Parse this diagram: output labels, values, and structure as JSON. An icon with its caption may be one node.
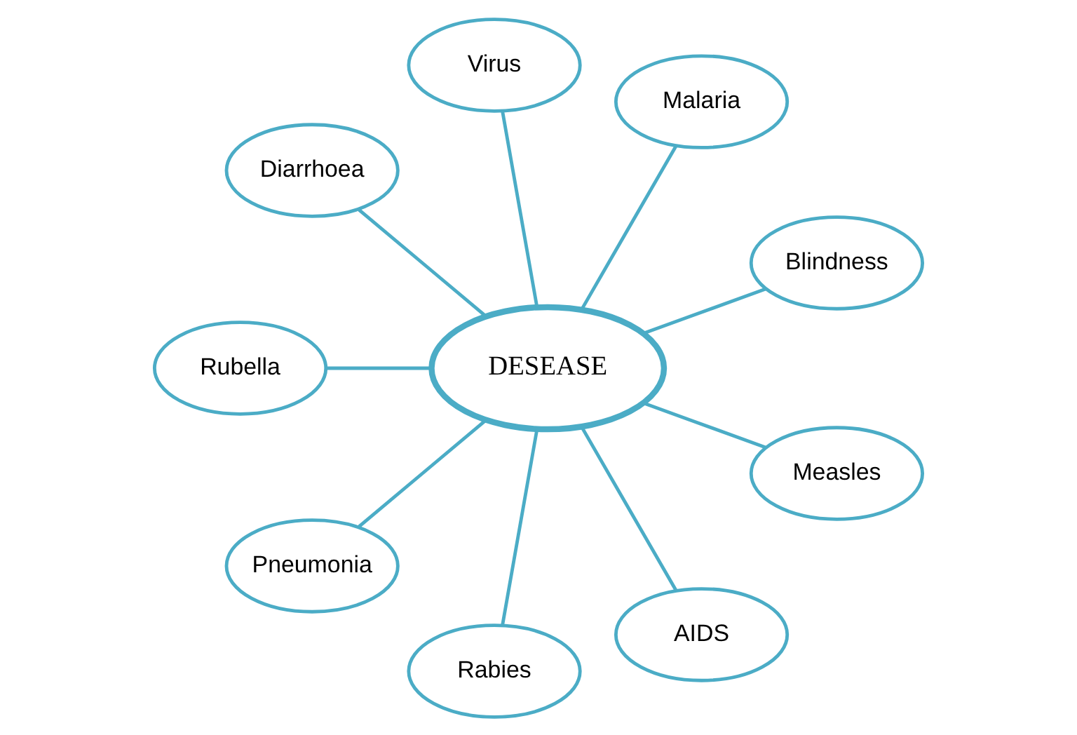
{
  "diagram": {
    "nodes": [
      {
        "text": [
          "DESEASE"
        ]
      },
      {
        "text": [
          "Blindness"
        ]
      },
      {
        "text": [
          "Malaria"
        ]
      },
      {
        "text": [
          "Virus"
        ]
      },
      {
        "text": [
          "Diarrhoea"
        ]
      },
      {
        "text": [
          "Rubella"
        ]
      },
      {
        "text": [
          "Pneumonia"
        ]
      },
      {
        "text": [
          "Rabies"
        ]
      },
      {
        "text": [
          "AIDS"
        ]
      },
      {
        "text": [
          "Measles"
        ]
      }
    ],
    "edges": [
      {
        "from": 0,
        "to": 1,
        "arrow": "none"
      },
      {
        "from": 0,
        "to": 2,
        "arrow": "none"
      },
      {
        "from": 0,
        "to": 3,
        "arrow": "none"
      },
      {
        "from": 0,
        "to": 5,
        "arrow": "none"
      },
      {
        "from": 0,
        "to": 7,
        "arrow": "none"
      },
      {
        "from": 0,
        "to": 9,
        "arrow": "none"
      },
      {
        "from": 0,
        "to": 8,
        "arrow": "none"
      },
      {
        "from": 0,
        "to": 6,
        "arrow": "none"
      },
      {
        "from": 0,
        "to": 4,
        "arrow": "none"
      }
    ]
  }
}
